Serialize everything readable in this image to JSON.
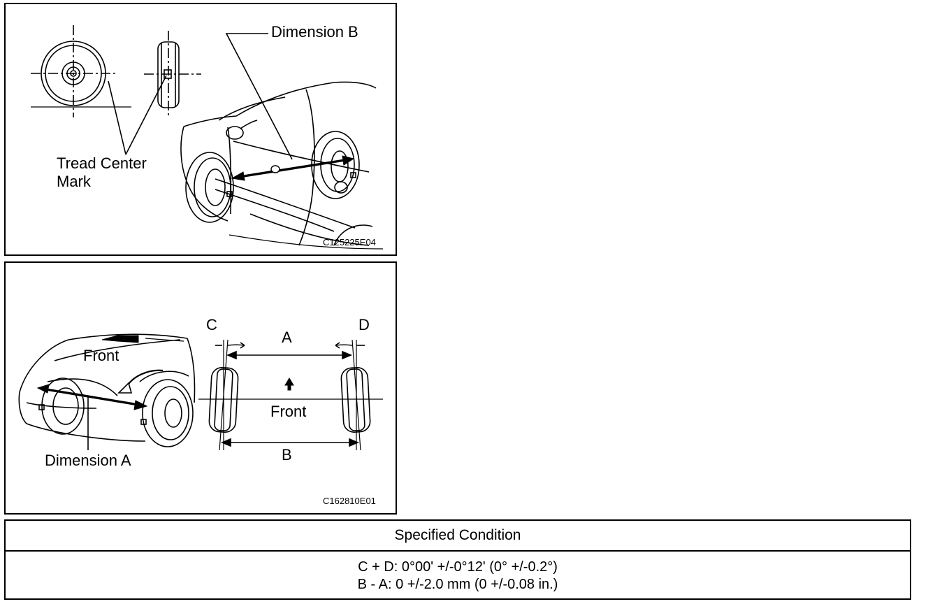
{
  "figure_1": {
    "label_dimension_b": "Dimension B",
    "label_tread_center_mark": "Tread Center\nMark",
    "figure_code": "C125225E04"
  },
  "figure_2": {
    "label_c": "C",
    "label_d": "D",
    "label_a": "A",
    "label_b": "B",
    "label_front_car": "Front",
    "label_front_wheels": "Front",
    "label_dimension_a": "Dimension A",
    "figure_code": "C162810E01"
  },
  "spec_table": {
    "header": "Specified Condition",
    "rows": [
      "C + D: 0°00' +/-0°12' (0° +/-0.2°)",
      "B - A: 0 +/-2.0 mm (0 +/-0.08 in.)"
    ]
  }
}
